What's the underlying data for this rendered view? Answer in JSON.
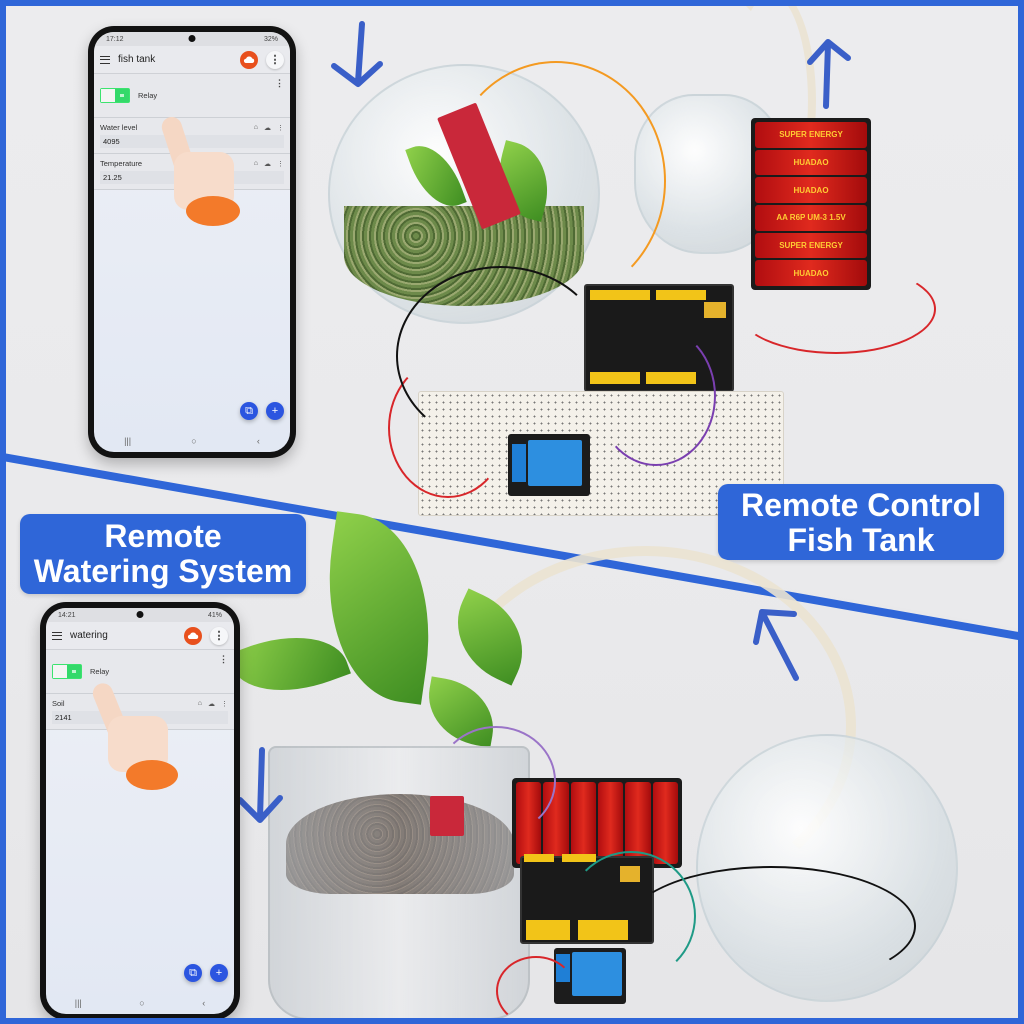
{
  "colors": {
    "accent_blue": "#2f66d8",
    "arrow_blue": "#3a5fc8",
    "cloud_orange": "#e8501d",
    "switch_green": "#34d96a",
    "fab_blue": "#2b55e0"
  },
  "labels": {
    "fish_tank": {
      "line1": "Remote Control",
      "line2": "Fish Tank"
    },
    "watering": {
      "line1": "Remote",
      "line2": "Watering System"
    }
  },
  "phone_top": {
    "status": {
      "time": "17:12",
      "battery": "32%"
    },
    "app_title": "fish tank",
    "cloud_icon": "cloud-icon",
    "more_icon": "⋮",
    "relay": {
      "label": "Relay",
      "state": "on"
    },
    "sensors": [
      {
        "label": "Water level",
        "value": "4095"
      },
      {
        "label": "Temperature",
        "value": "21.25"
      }
    ],
    "fabs": {
      "copy": "⧉",
      "add": "+"
    },
    "nav": {
      "recents": "|||",
      "home": "○",
      "back": "‹"
    }
  },
  "phone_bottom": {
    "status": {
      "time": "14:21",
      "battery": "41%"
    },
    "app_title": "watering",
    "cloud_icon": "cloud-icon",
    "more_icon": "⋮",
    "relay": {
      "label": "Relay",
      "state": "on"
    },
    "sensors": [
      {
        "label": "Soil",
        "value": "2141"
      }
    ],
    "fabs": {
      "copy": "⧉",
      "add": "+"
    },
    "nav": {
      "recents": "|||",
      "home": "○",
      "back": "‹"
    }
  },
  "hardware": {
    "battery_brand": "HUADAO",
    "battery_tagline": "SUPER ENERGY",
    "battery_spec": "AA R6P UM-3 1.5V"
  }
}
